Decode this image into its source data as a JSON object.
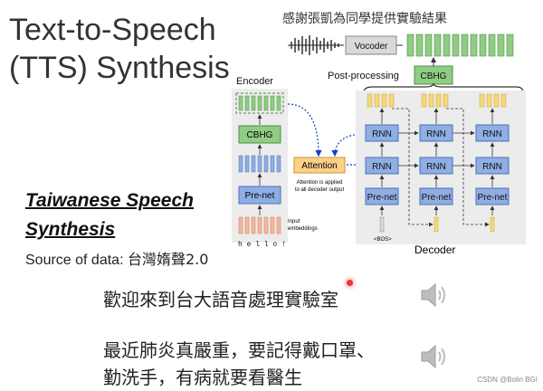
{
  "slide": {
    "title_line1": "Text-to-Speech",
    "title_line2": "(TTS) Synthesis",
    "credit": "感謝張凱為同學提供實驗結果",
    "subtitle_line1": "Taiwanese Speech",
    "subtitle_line2": "Synthesis",
    "source_label": "Source of data:",
    "source_value": "台灣媠聲2.0",
    "sentence1": "歡迎來到台大語音處理實驗室",
    "sentence2_line1": "最近肺炎真嚴重，要記得戴口罩、",
    "sentence2_line2": "勤洗手，有病就要看醫生",
    "watermark": "CSDN @Bolin BGI"
  },
  "diagram": {
    "encoder_label": "Encoder",
    "decoder_label": "Decoder",
    "vocoder_label": "Vocoder",
    "postprocessing_label": "Post-processing",
    "cbhg_label": "CBHG",
    "prenet_label": "Pre-net",
    "rnn_label": "RNN",
    "attention_label": "Attention",
    "attention_note_line1": "Attention is applied",
    "attention_note_line2": "to all decoder output",
    "input_note_line1": "Input",
    "input_note_line2": "embeddings",
    "input_text": "h e l l o !",
    "bos_label": "<BOS>"
  },
  "colors": {
    "green": "#8fcd84",
    "blue": "#8faee3",
    "orange": "#f6c98c",
    "yellow": "#f7d77a",
    "peach": "#f5b79b",
    "panel": "#ececec",
    "attention": "#fcd089"
  },
  "icons": [
    "speaker-icon",
    "speaker-icon",
    "waveform-icon"
  ]
}
